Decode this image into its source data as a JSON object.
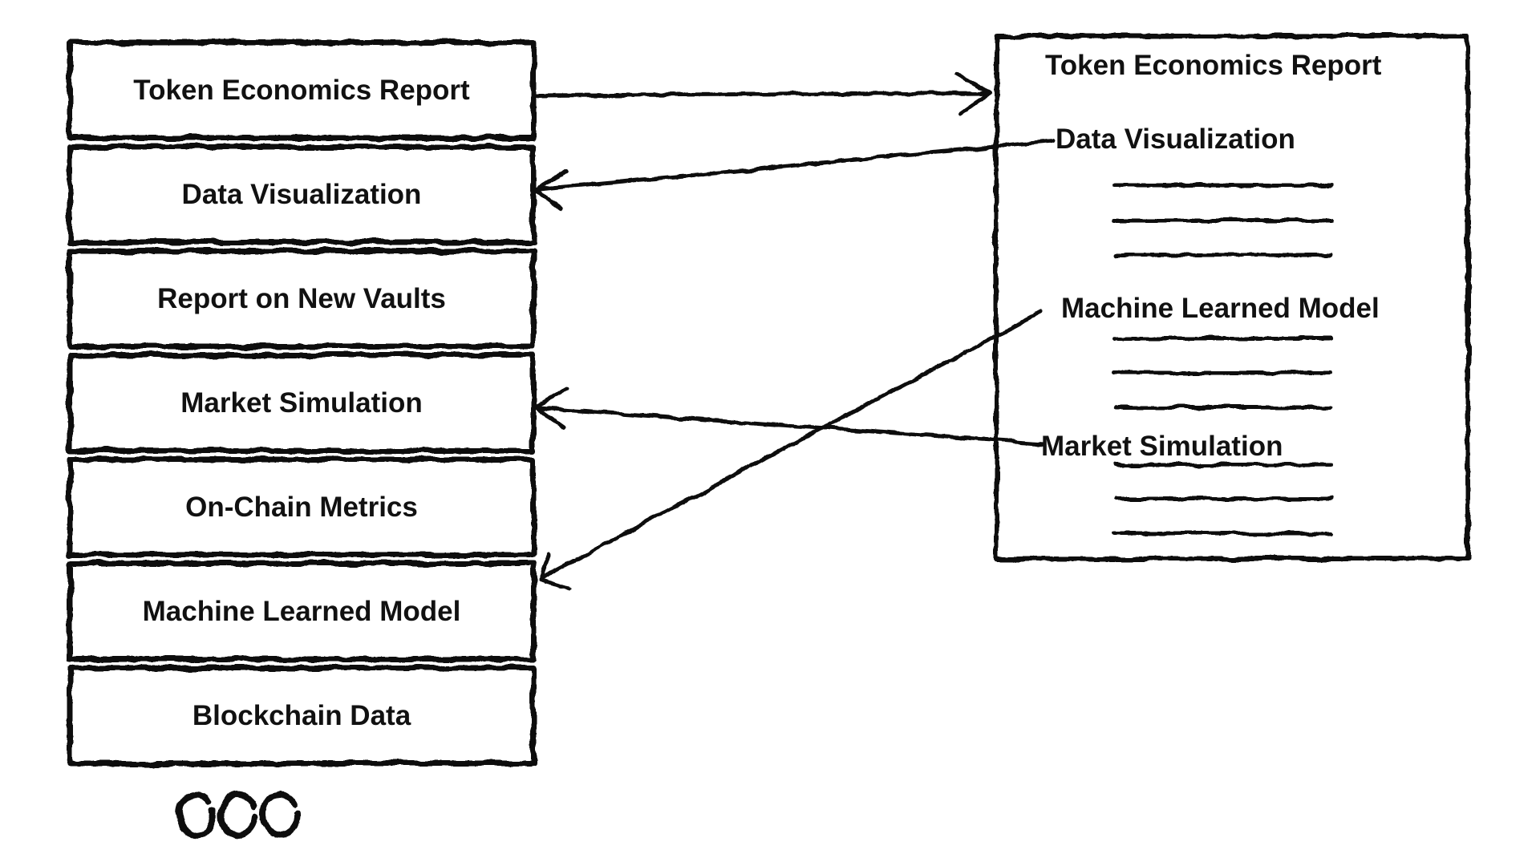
{
  "canvas": {
    "background_color": "#ffffff",
    "ink_color": "#111111",
    "style": "hand-drawn sketch diagram"
  },
  "stack": {
    "items": [
      {
        "label": "Token Economics Report"
      },
      {
        "label": "Data Visualization"
      },
      {
        "label": "Report on New Vaults"
      },
      {
        "label": "Market Simulation"
      },
      {
        "label": "On-Chain Metrics"
      },
      {
        "label": "Machine Learned Model"
      },
      {
        "label": "Blockchain Data"
      }
    ],
    "ellipsis_circle_count": 3
  },
  "document": {
    "title": "Token Economics Report",
    "sections": [
      {
        "heading": "Data Visualization",
        "placeholder_line_count": 3
      },
      {
        "heading": "Machine Learned Model",
        "placeholder_line_count": 3
      },
      {
        "heading": "Market Simulation",
        "placeholder_line_count": 3
      }
    ]
  },
  "connections": [
    {
      "from": "Token Economics Report (stack)",
      "to": "Token Economics Report (document)",
      "arrowhead": "right"
    },
    {
      "from": "Data Visualization (document)",
      "to": "Data Visualization (stack)",
      "arrowhead": "left"
    },
    {
      "from": "Machine Learned Model (document)",
      "to": "Machine Learned Model (stack)",
      "arrowhead": "left"
    },
    {
      "from": "Market Simulation (document)",
      "to": "Market Simulation (stack)",
      "arrowhead": "left"
    }
  ]
}
